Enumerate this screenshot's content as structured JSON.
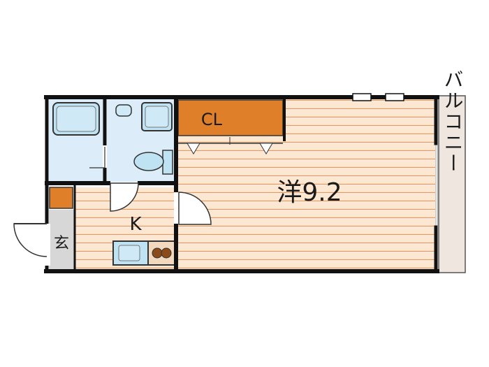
{
  "floorplan": {
    "labels": {
      "closet": "CL",
      "western_room": "洋9.2",
      "kitchen": "K",
      "entrance": "玄",
      "balcony": "バルコニー"
    },
    "colors": {
      "wall": "#111111",
      "floor_wood": "#fbe7d2",
      "floor_stripe": "#e39a63",
      "wet_area": "#dcecf8",
      "fixture": "#bfe3f2",
      "closet": "#e07f2a",
      "entrance_floor": "#d7d7d7",
      "balcony": "#efe6e0"
    }
  }
}
